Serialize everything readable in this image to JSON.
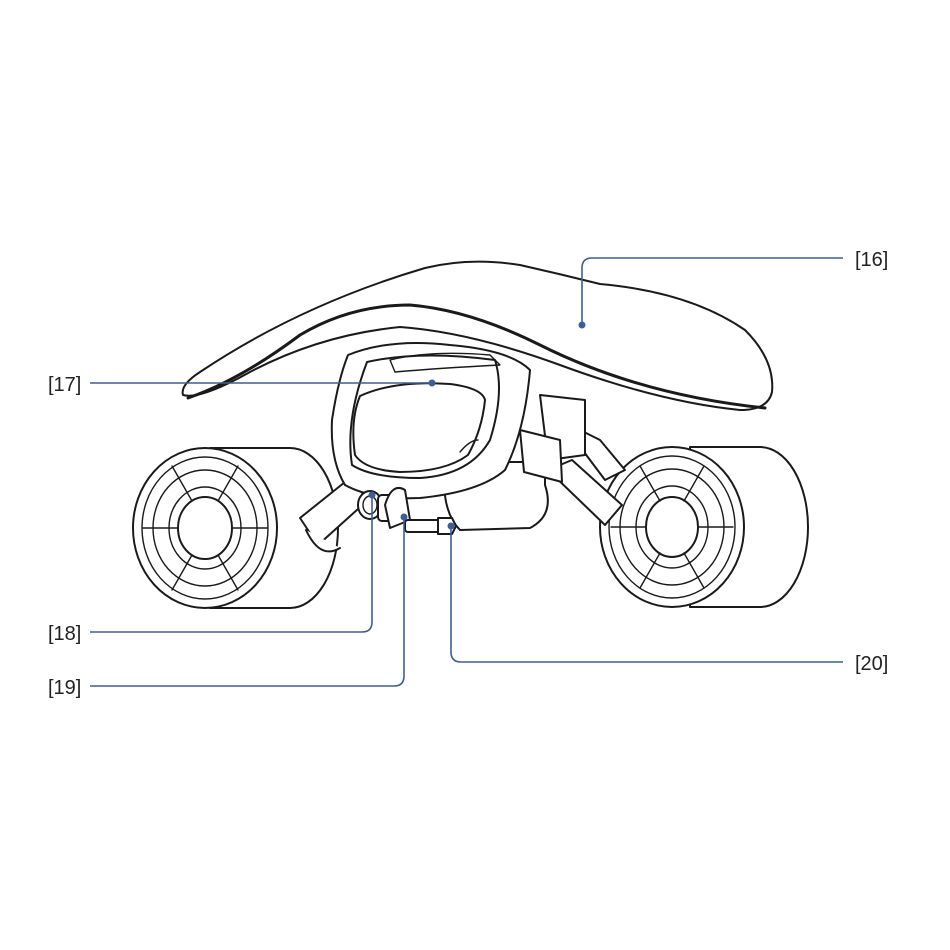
{
  "callouts": [
    {
      "id": "16",
      "label": "[16]"
    },
    {
      "id": "17",
      "label": "[17]"
    },
    {
      "id": "18",
      "label": "[18]"
    },
    {
      "id": "19",
      "label": "[19]"
    },
    {
      "id": "20",
      "label": "[20]"
    }
  ],
  "colors": {
    "leader": "#3b5e9b",
    "outline": "#1a1a1a",
    "label": "#222222"
  }
}
